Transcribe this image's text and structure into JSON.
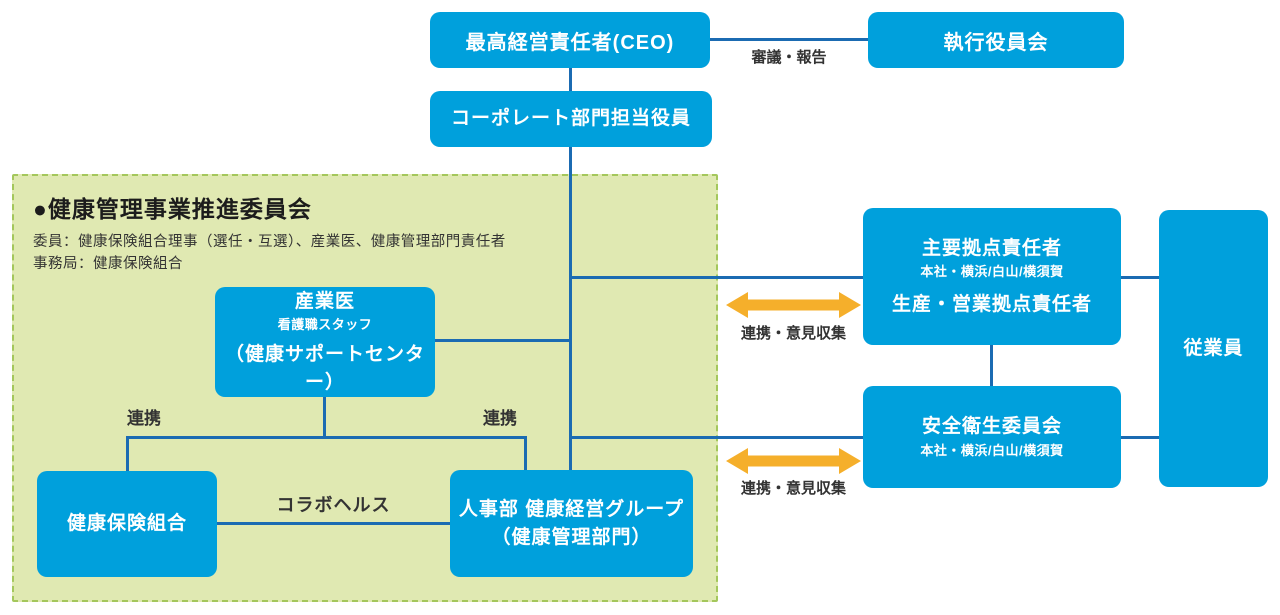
{
  "diagram": {
    "type": "org-chart",
    "language": "ja"
  },
  "colors": {
    "node_blue": "#00a0dc",
    "line_blue": "#1b6bb2",
    "panel_green_fill": "#e0e9b2",
    "panel_green_border": "#a4c75c",
    "arrow_orange": "#f5af2b",
    "text_dark": "#333333",
    "node_text": "#ffffff"
  },
  "nodes": {
    "ceo": {
      "label": "最高経営責任者(CEO)"
    },
    "executive_board": {
      "label": "執行役員会"
    },
    "corporate_officer": {
      "label": "コーポレート部門担当役員"
    },
    "occupational_physician": {
      "line1": "産業医",
      "line2": "看護職スタッフ",
      "line3": "（健康サポートセンター）"
    },
    "health_insurance_union": {
      "label": "健康保険組合"
    },
    "hr_group": {
      "line1": "人事部 健康経営グループ",
      "line2": "（健康管理部門）"
    },
    "site_managers": {
      "line1": "主要拠点責任者",
      "line2": "本社・横浜/白山/横須賀",
      "line3": "生産・営業拠点責任者"
    },
    "safety_committee": {
      "line1": "安全衛生委員会",
      "line2": "本社・横浜/白山/横須賀"
    },
    "employees": {
      "label": "従業員"
    }
  },
  "committee_panel": {
    "title": "●健康管理事業推進委員会",
    "members_line": "委員：健康保険組合理事（選任・互選）、産業医、健康管理部門責任者",
    "secretariat_line": "事務局：健康保険組合"
  },
  "edge_labels": {
    "deliberation_report": "審議・報告",
    "collaboration_left": "連携",
    "collaboration_right": "連携",
    "collabo_health": "コラボヘルス",
    "collab_opinion_top": "連携・意見収集",
    "collab_opinion_bottom": "連携・意見収集"
  }
}
